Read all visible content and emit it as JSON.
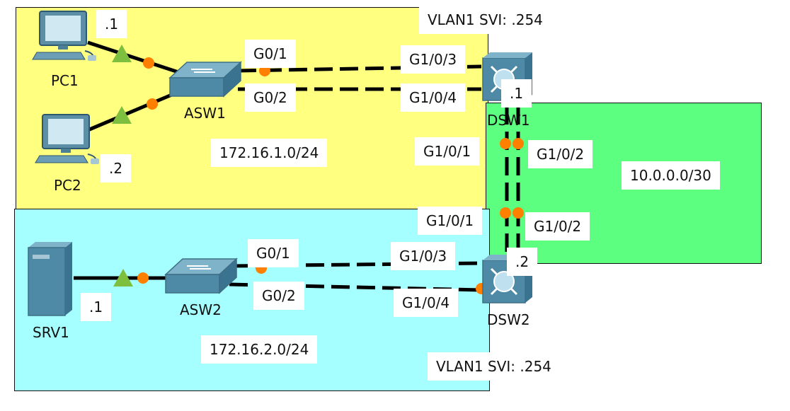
{
  "zones": {
    "lan1": {
      "subnet": "172.16.1.0/24",
      "color": "#FFFF80"
    },
    "lan2": {
      "subnet": "172.16.2.0/24",
      "color": "#A6FFFF"
    },
    "p2p": {
      "subnet": "10.0.0.0/30",
      "color": "#5CFF80"
    }
  },
  "devices": {
    "pc1": {
      "name": "PC1",
      "host": ".1"
    },
    "pc2": {
      "name": "PC2",
      "host": ".2"
    },
    "asw1": {
      "name": "ASW1"
    },
    "srv1": {
      "name": "SRV1",
      "host": ".1"
    },
    "asw2": {
      "name": "ASW2"
    },
    "dsw1": {
      "name": "DSW1",
      "host": ".1",
      "svi": "VLAN1 SVI: .254"
    },
    "dsw2": {
      "name": "DSW2",
      "host": ".2",
      "svi": "VLAN1 SVI: .254"
    }
  },
  "ports": {
    "asw1_g01": "G0/1",
    "asw1_g02": "G0/2",
    "dsw1_g103": "G1/0/3",
    "dsw1_g104": "G1/0/4",
    "dsw1_g101": "G1/0/1",
    "dsw1_g102": "G1/0/2",
    "dsw2_g101": "G1/0/1",
    "dsw2_g102": "G1/0/2",
    "asw2_g01": "G0/1",
    "asw2_g02": "G0/2",
    "dsw2_g103": "G1/0/3",
    "dsw2_g104": "G1/0/4"
  },
  "link_colors": {
    "up_port": "#7FBF3F",
    "blocked_port": "#FF7F00",
    "cable": "#000000"
  }
}
